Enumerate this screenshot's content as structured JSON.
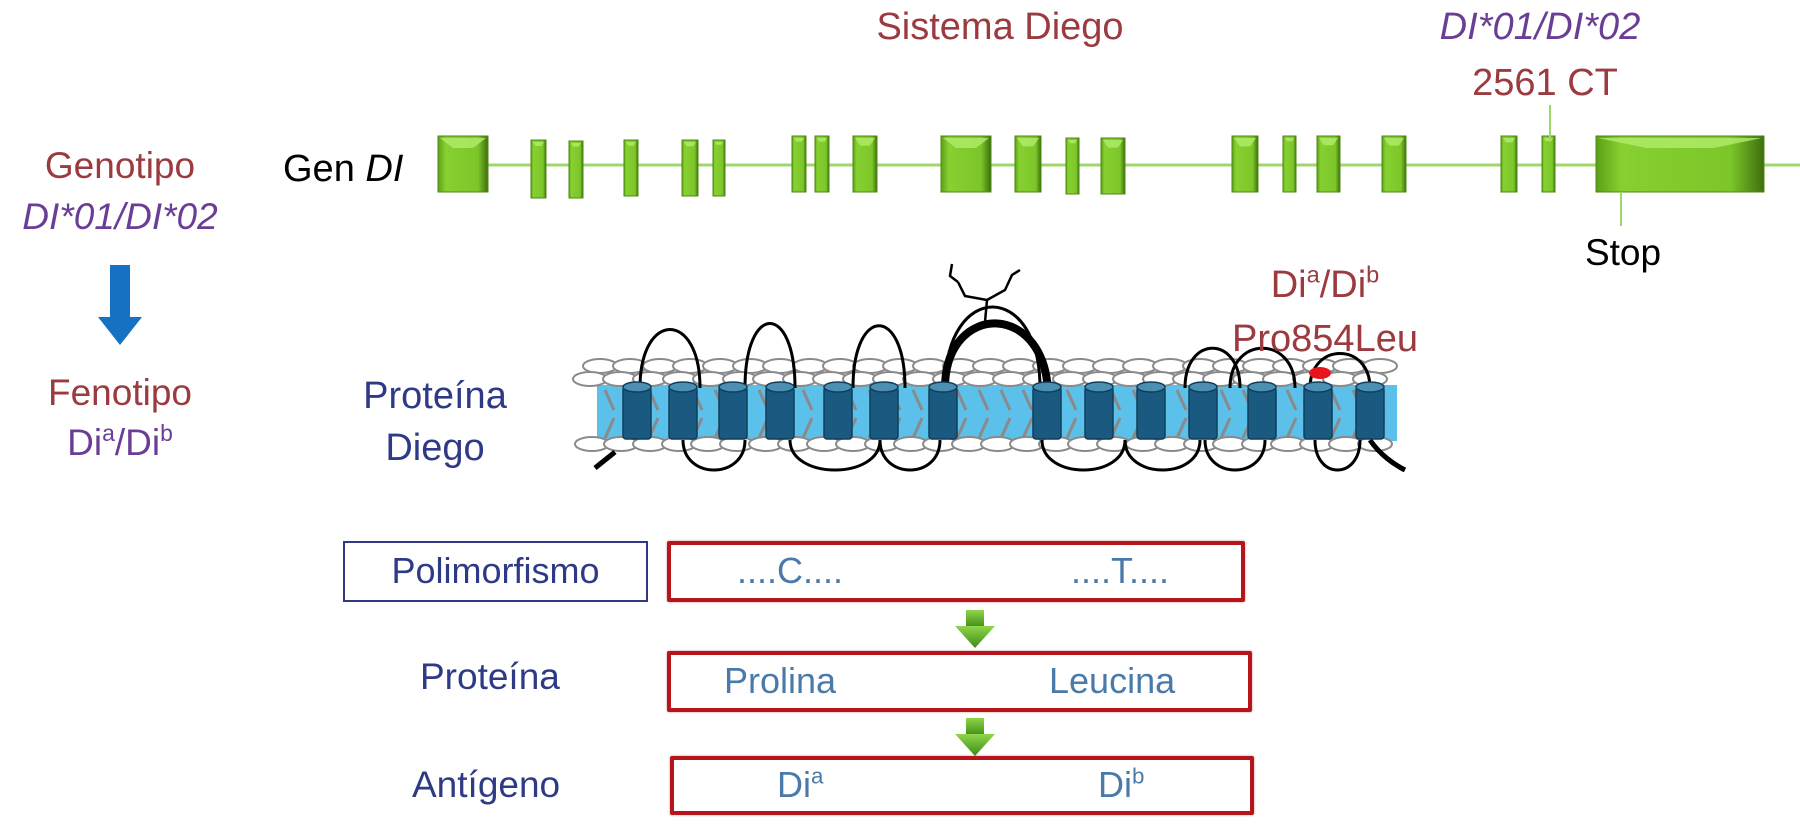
{
  "title": "Sistema Diego",
  "gene": {
    "label_prefix": "Gen ",
    "label_italic": "DI",
    "allele_label": "DI*01/DI*02",
    "mutation_label": "2561 CT",
    "stop_label": "Stop",
    "exon_count": 22
  },
  "left_panel": {
    "genotype_label": "Genotipo",
    "genotype_value": "DI*01/DI*02",
    "phenotype_label": "Fenotipo",
    "phenotype_value": {
      "base1": "Di",
      "sup1": "a",
      "sep": "/",
      "base2": "Di",
      "sup2": "b"
    }
  },
  "protein": {
    "label_line1": "Proteína",
    "label_line2": "Diego",
    "variant_antigen": {
      "base1": "Di",
      "sup1": "a",
      "sep": "/",
      "base2": "Di",
      "sup2": "b"
    },
    "variant_change": "Pro854Leu",
    "transmembrane_segments": 15
  },
  "table": {
    "header_label": "Polimorfismo",
    "rows": [
      {
        "label": "",
        "left": "....C....",
        "right": "....T...."
      },
      {
        "label": "Proteína",
        "left": "Prolina",
        "right": "Leucina"
      },
      {
        "label": "Antígeno",
        "left": {
          "base": "Di",
          "sup": "a"
        },
        "right": {
          "base": "Di",
          "sup": "b"
        }
      }
    ]
  },
  "colors": {
    "title_red": "#9b3a3f",
    "purple": "#6a3d96",
    "navy": "#2e3a86",
    "cell_blue": "#4a7aaa",
    "box_red": "#b5161c",
    "exon_green": "#7cc62a",
    "intron_green": "#9ed86a",
    "membrane_blue": "#5bc0ea",
    "helix_blue": "#1a5a80",
    "arrow_blue": "#1670c4",
    "snp_red": "#e8141b"
  }
}
